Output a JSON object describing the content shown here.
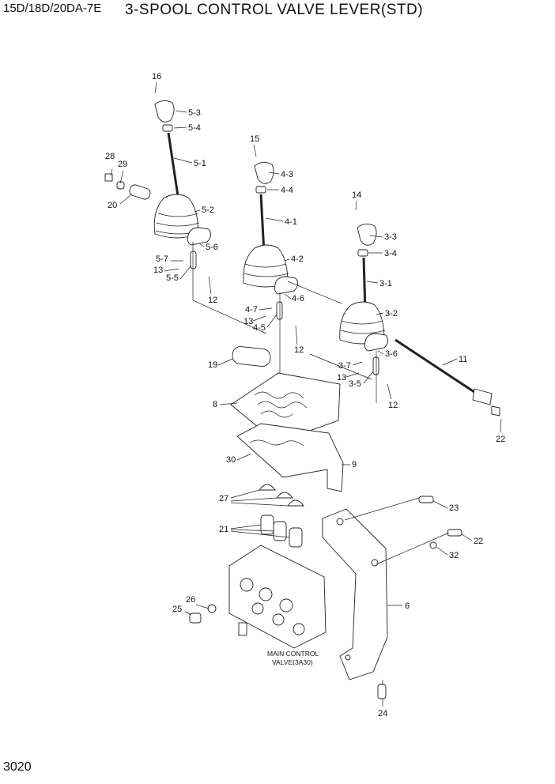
{
  "header": {
    "model": "15D/18D/20DA-7E",
    "title": "3-SPOOL CONTROL VALVE LEVER(STD)"
  },
  "footer": {
    "page_number": "3020"
  },
  "caption": {
    "line1": "MAIN CONTROL",
    "line2": "VALVE(3A30)"
  },
  "callouts": {
    "c16": "16",
    "c5_3": "5-3",
    "c5_4": "5-4",
    "c5_1": "5-1",
    "c28": "28",
    "c29": "29",
    "c20": "20",
    "c5_2": "5-2",
    "c5_6": "5-6",
    "c5_7": "5-7",
    "c13a": "13",
    "c5_5": "5-5",
    "c12a": "12",
    "c15": "15",
    "c4_3": "4-3",
    "c4_4": "4-4",
    "c4_1": "4-1",
    "c4_2": "4-2",
    "c4_6": "4-6",
    "c4_7": "4-7",
    "c13b": "13",
    "c4_5": "4-5",
    "c12b": "12",
    "c14": "14",
    "c3_3": "3-3",
    "c3_4": "3-4",
    "c3_1": "3-1",
    "c3_2": "3-2",
    "c3_6": "3-6",
    "c3_7": "3-7",
    "c13c": "13",
    "c3_5": "3-5",
    "c12c": "12",
    "c11": "11",
    "c22a": "22",
    "c19": "19",
    "c8": "8",
    "c30": "30",
    "c9": "9",
    "c27": "27",
    "c21": "21",
    "c23": "23",
    "c22b": "22",
    "c32": "32",
    "c26": "26",
    "c25": "25",
    "c6": "6",
    "c24": "24"
  }
}
